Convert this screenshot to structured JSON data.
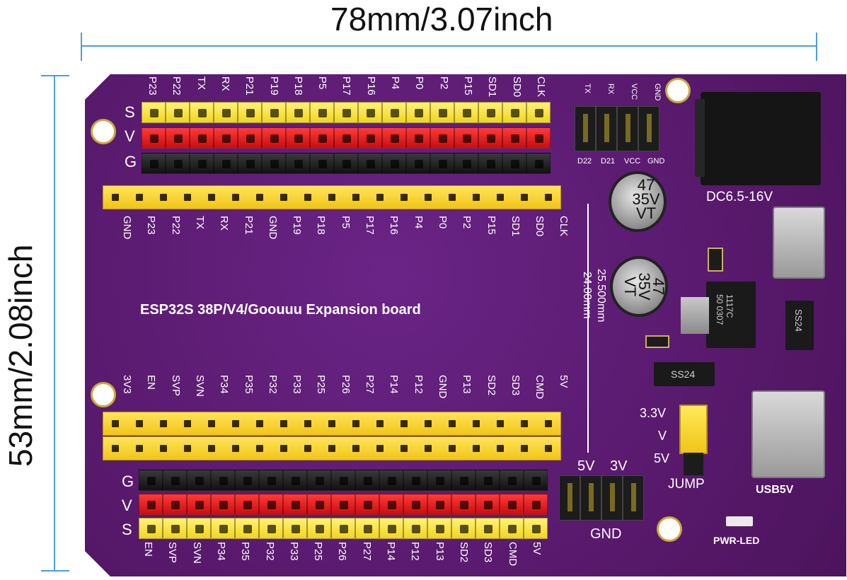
{
  "dimensions": {
    "width_label": "78mm/3.07inch",
    "height_label": "53mm/2.08inch"
  },
  "board": {
    "title": "ESP32S 38P/V4/Goouuu Expansion board",
    "dc_label": "DC6.5-16V",
    "usb_label": "USB5V",
    "pwr_led_label": "PWR-LED",
    "jump_label": "JUMP",
    "gnd_label": "GND",
    "jump_3v3": "3.3V",
    "jump_v": "V",
    "jump_5v": "5V",
    "hdr_5v": "5V",
    "hdr_3v": "3V",
    "measure_1": "25.500mm",
    "measure_2": "24.00mm",
    "cap_1": "47\n35V\nVT",
    "cap_2": "47\n35V\nVT",
    "regulator": "1117C\n50 0307",
    "diode_1": "SS24",
    "diode_2": "SS24",
    "uart_top": [
      "TX",
      "RX",
      "VCC",
      "GND"
    ],
    "uart_bottom": [
      "D22",
      "D21",
      "VCC",
      "GND"
    ],
    "row_letters_top": [
      "S",
      "V",
      "G"
    ],
    "row_letters_bottom": [
      "G",
      "V",
      "S"
    ]
  },
  "top_pin_labels": [
    "P23",
    "P22",
    "TX",
    "RX",
    "P21",
    "P19",
    "P18",
    "P5",
    "P17",
    "P16",
    "P4",
    "P0",
    "P2",
    "P15",
    "SD1",
    "SD0",
    "CLK"
  ],
  "top_female_labels": [
    "GND",
    "P23",
    "P22",
    "TX",
    "RX",
    "P21",
    "GND",
    "P19",
    "P18",
    "P5",
    "P17",
    "P16",
    "P4",
    "P0",
    "P2",
    "P15",
    "SD1",
    "SD0",
    "CLK"
  ],
  "bottom_female_labels": [
    "3V3",
    "EN",
    "SVP",
    "SVN",
    "P34",
    "P35",
    "P32",
    "P33",
    "P25",
    "P26",
    "P27",
    "P14",
    "P12",
    "GND",
    "P13",
    "SD2",
    "SD3",
    "CMD",
    "5V"
  ],
  "bottom_pin_labels": [
    "EN",
    "SVP",
    "SVN",
    "P34",
    "P35",
    "P32",
    "P33",
    "P25",
    "P26",
    "P27",
    "P14",
    "P12",
    "P13",
    "SD2",
    "SD3",
    "CMD",
    "5V"
  ]
}
